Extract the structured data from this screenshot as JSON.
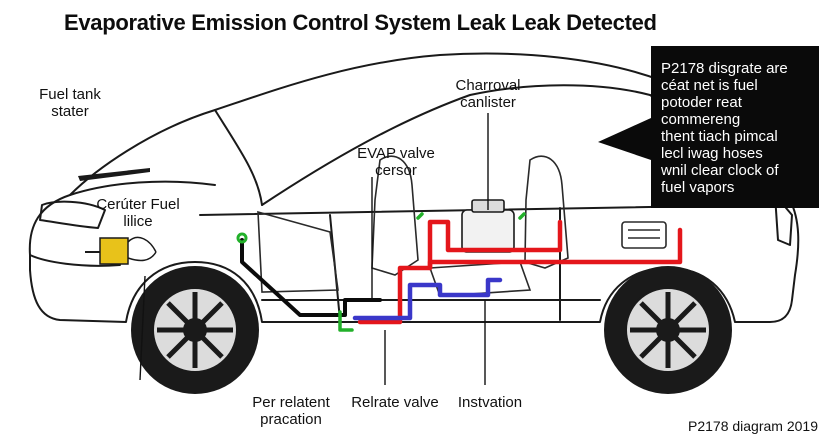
{
  "title": "Evaporative Emission Control System Leak Leak Detected",
  "labels": {
    "fuel_tank_stater": [
      "Fuel tank",
      "stater"
    ],
    "charcoal_canister": [
      "Charroval",
      "canlister"
    ],
    "evap_valve_sensor": [
      "EVAP valve",
      "cersor"
    ],
    "center_fuel_line": [
      "Cerúter Fuel",
      "lilice"
    ],
    "pressure_location": [
      "Per relatent",
      "pracation"
    ],
    "release_valve": [
      "Relrate valve"
    ],
    "installation": [
      "Instvation"
    ]
  },
  "callout": {
    "lines": [
      "P2178 disgrate are",
      "céat net is fuel",
      "potoder reat",
      "commereng",
      "thent tiach pimcal",
      "lecl iwag hoses",
      "wnil clear clock of",
      "fuel vapors"
    ]
  },
  "caption": "P2178 diagram 2019",
  "colors": {
    "outline": "#1a1a1a",
    "vapor_line_red": "#e4161b",
    "vapor_line_blue": "#3a37c9",
    "vent_line_green": "#22b02a",
    "fuel_line_black": "#0b0b0b",
    "fuel_pump_yellow": "#e8c21a",
    "callout_bg": "#0a0a0a"
  }
}
